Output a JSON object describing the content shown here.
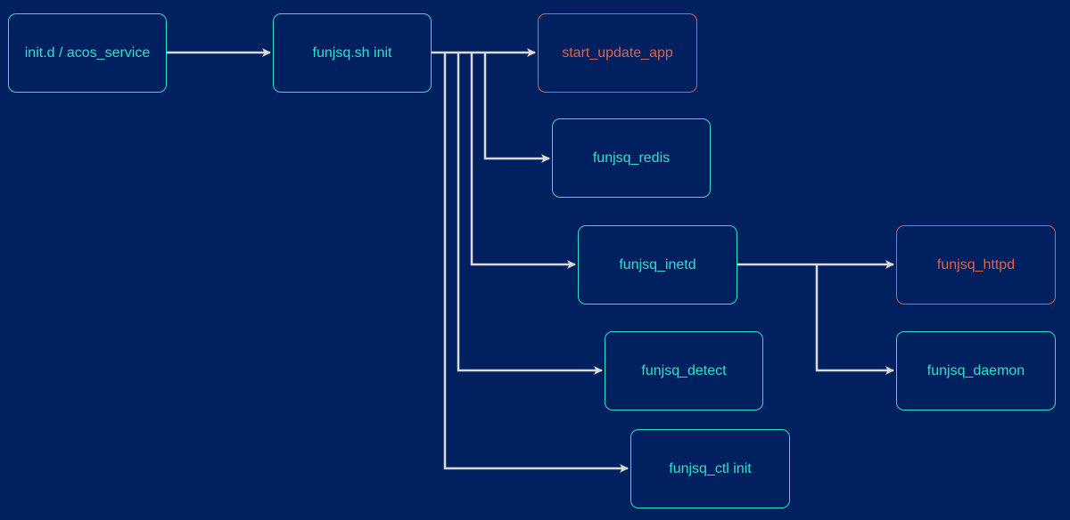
{
  "colors": {
    "background": "#012060",
    "node_default": "#2ee0c9",
    "node_highlight": "#e0634c",
    "edge": "#d9d9d9"
  },
  "nodes": {
    "init_service": "init.d / acos_service",
    "funjsq_sh_init": "funjsq.sh init",
    "start_update_app": "start_update_app",
    "funjsq_redis": "funjsq_redis",
    "funjsq_inetd": "funjsq_inetd",
    "funjsq_httpd": "funjsq_httpd",
    "funjsq_detect": "funjsq_detect",
    "funjsq_daemon": "funjsq_daemon",
    "funjsq_ctl_init": "funjsq_ctl init"
  },
  "edges": [
    {
      "from": "init.d / acos_service",
      "to": "funjsq.sh init"
    },
    {
      "from": "funjsq.sh init",
      "to": "start_update_app"
    },
    {
      "from": "funjsq.sh init",
      "to": "funjsq_redis"
    },
    {
      "from": "funjsq.sh init",
      "to": "funjsq_inetd"
    },
    {
      "from": "funjsq.sh init",
      "to": "funjsq_detect"
    },
    {
      "from": "funjsq.sh init",
      "to": "funjsq_ctl init"
    },
    {
      "from": "funjsq_inetd",
      "to": "funjsq_httpd"
    },
    {
      "from": "funjsq_inetd",
      "to": "funjsq_daemon"
    }
  ]
}
